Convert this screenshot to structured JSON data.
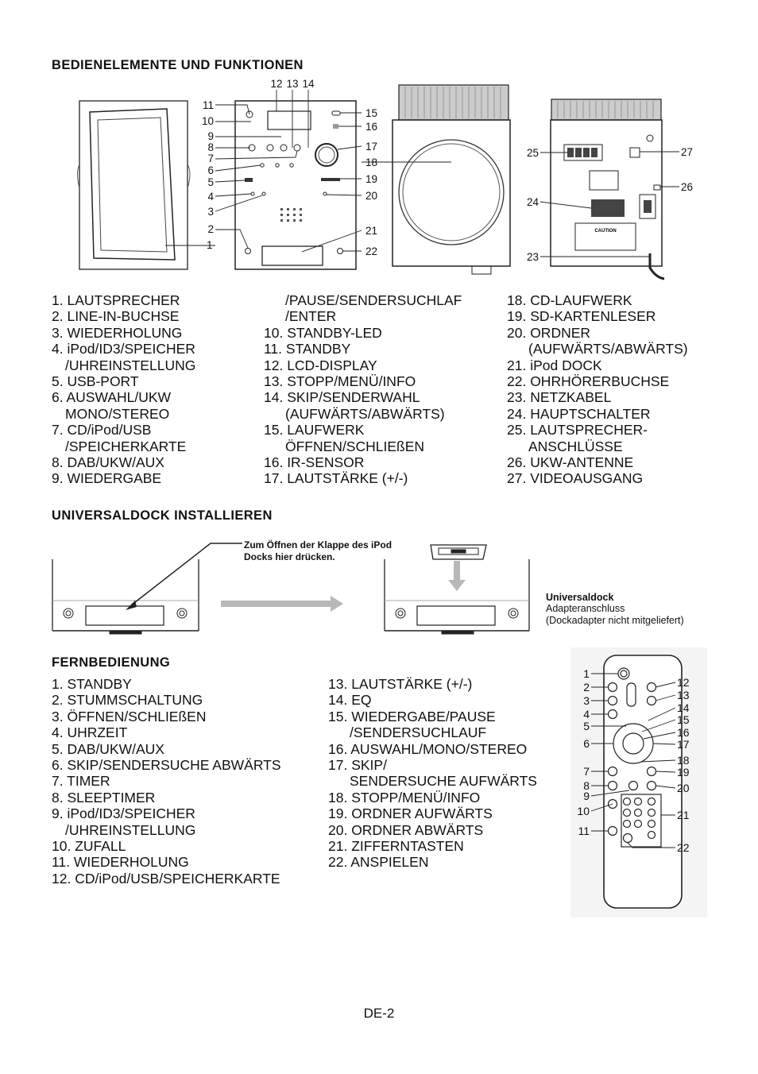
{
  "sections": {
    "controls_title": "BEDIENELEMENTE UND FUNKTIONEN",
    "dock_title": "UNIVERSALDOCK INSTALLIEREN",
    "remote_title": "FERNBEDIENUNG"
  },
  "controls": {
    "col1": [
      "1. LAUTSPRECHER",
      "2. LINE-IN-BUCHSE",
      "3. WIEDERHOLUNG",
      "4. iPod/ID3/SPEICHER",
      "/UHREINSTELLUNG",
      "5. USB-PORT",
      "6. AUSWAHL/UKW",
      "MONO/STEREO",
      "7. CD/iPod/USB",
      "/SPEICHERKARTE",
      "8. DAB/UKW/AUX",
      "9. WIEDERGABE"
    ],
    "col2": [
      "/PAUSE/SENDERSUCHLAF",
      "/ENTER",
      "10. STANDBY-LED",
      "11. STANDBY",
      "12. LCD-DISPLAY",
      "13. STOPP/MENÜ/INFO",
      "14. SKIP/SENDERWAHL",
      "(AUFWÄRTS/ABWÄRTS)",
      "15. LAUFWERK",
      "ÖFFNEN/SCHLIEßEN",
      "16. IR-SENSOR",
      "17. LAUTSTÄRKE (+/-)"
    ],
    "col3": [
      "18. CD-LAUFWERK",
      "19. SD-KARTENLESER",
      "20. ORDNER",
      "(AUFWÄRTS/ABWÄRTS)",
      "21. iPod DOCK",
      "22. OHRHÖRERBUCHSE",
      "23. NETZKABEL",
      "24. HAUPTSCHALTER",
      "25. LAUTSPRECHER-",
      "ANSCHLÜSSE",
      "26. UKW-ANTENNE",
      "27. VIDEOAUSGANG"
    ]
  },
  "device_labels": {
    "front_top": [
      "12",
      "13",
      "14"
    ],
    "front_left": [
      "11",
      "10",
      "9",
      "8",
      "7",
      "6",
      "5",
      "4",
      "3",
      "2",
      "1"
    ],
    "front_right": [
      "15",
      "16",
      "17",
      "18",
      "19",
      "20",
      "21",
      "22"
    ],
    "rear": [
      "25",
      "27",
      "26",
      "24",
      "23"
    ],
    "panel_mark": "CAUTION"
  },
  "dock": {
    "press_note": "Zum Öffnen der Klappe des iPod Docks hier drücken.",
    "dock_title": "Universaldock",
    "dock_line1": "Adapteranschluss",
    "dock_line2": "(Dockadapter nicht mitgeliefert)"
  },
  "remote": {
    "col1": [
      "1. STANDBY",
      "2. STUMMSCHALTUNG",
      "3. ÖFFNEN/SCHLIEßEN",
      "4. UHRZEIT",
      "5. DAB/UKW/AUX",
      "6. SKIP/SENDERSUCHE ABWÄRTS",
      "7. TIMER",
      "8. SLEEPTIMER",
      "9. iPod/ID3/SPEICHER",
      "/UHREINSTELLUNG",
      "10. ZUFALL",
      "11. WIEDERHOLUNG",
      "12. CD/iPod/USB/SPEICHERKARTE"
    ],
    "col2": [
      "13. LAUTSTÄRKE (+/-)",
      "14. EQ",
      "15. WIEDERGABE/PAUSE",
      "/SENDERSUCHLAUF",
      "16. AUSWAHL/MONO/STEREO",
      "17. SKIP/",
      "SENDERSUCHE AUFWÄRTS",
      "18. STOPP/MENÜ/INFO",
      "19. ORDNER AUFWÄRTS",
      "20. ORDNER ABWÄRTS",
      "21. ZIFFERNTASTEN",
      "22. ANSPIELEN"
    ],
    "labels_left": [
      "1",
      "2",
      "3",
      "4",
      "5",
      "6",
      "7",
      "8",
      "9",
      "10",
      "11"
    ],
    "labels_right": [
      "12",
      "13",
      "14",
      "15",
      "16",
      "17",
      "18",
      "19",
      "20",
      "21",
      "22"
    ]
  },
  "footer": {
    "page": "DE-2"
  }
}
